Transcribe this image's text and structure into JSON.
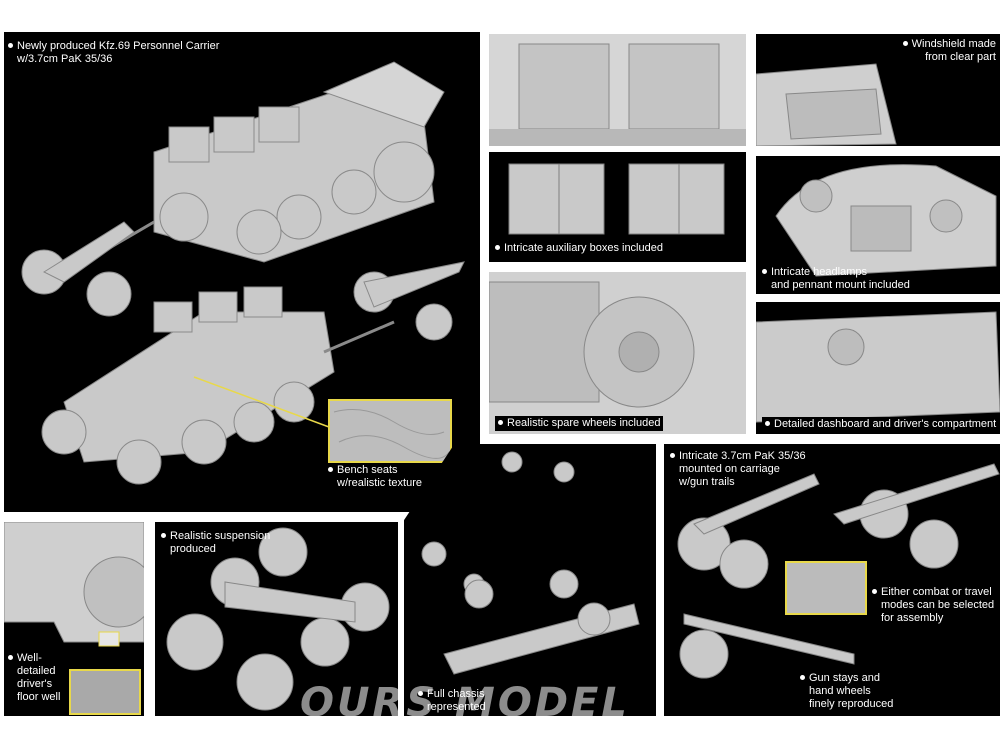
{
  "captions": {
    "main": [
      "Newly produced Kfz.69 Personnel Carrier",
      "w/3.7cm PaK 35/36"
    ],
    "bench": [
      "Bench seats",
      "w/realistic texture"
    ],
    "aux_boxes": "Intricate auxiliary boxes included",
    "spare_wheels": "Realistic spare wheels included",
    "windshield": [
      "Windshield made",
      "from clear part"
    ],
    "headlamps": [
      "Intricate headlamps",
      "and pennant mount included"
    ],
    "dashboard": "Detailed dashboard and driver's compartment",
    "floor_well": [
      "Well-",
      "detailed",
      "driver's",
      "floor well"
    ],
    "suspension": [
      "Realistic suspension",
      "produced"
    ],
    "chassis": [
      "Full chassis",
      "represented"
    ],
    "pak": [
      "Intricate 3.7cm PaK 35/36",
      "mounted on carriage",
      "w/gun trails"
    ],
    "modes": [
      "Either combat or travel",
      "modes can be selected",
      "for assembly"
    ],
    "gun_stays": [
      "Gun stays and",
      "hand wheels",
      "finely reproduced"
    ]
  },
  "watermark": "OURS MODEL",
  "colors": {
    "panel_bg": "#000000",
    "model_grey": "#c8c8c8",
    "highlight_yellow": "#e8d84a",
    "caption_text": "#ffffff"
  }
}
